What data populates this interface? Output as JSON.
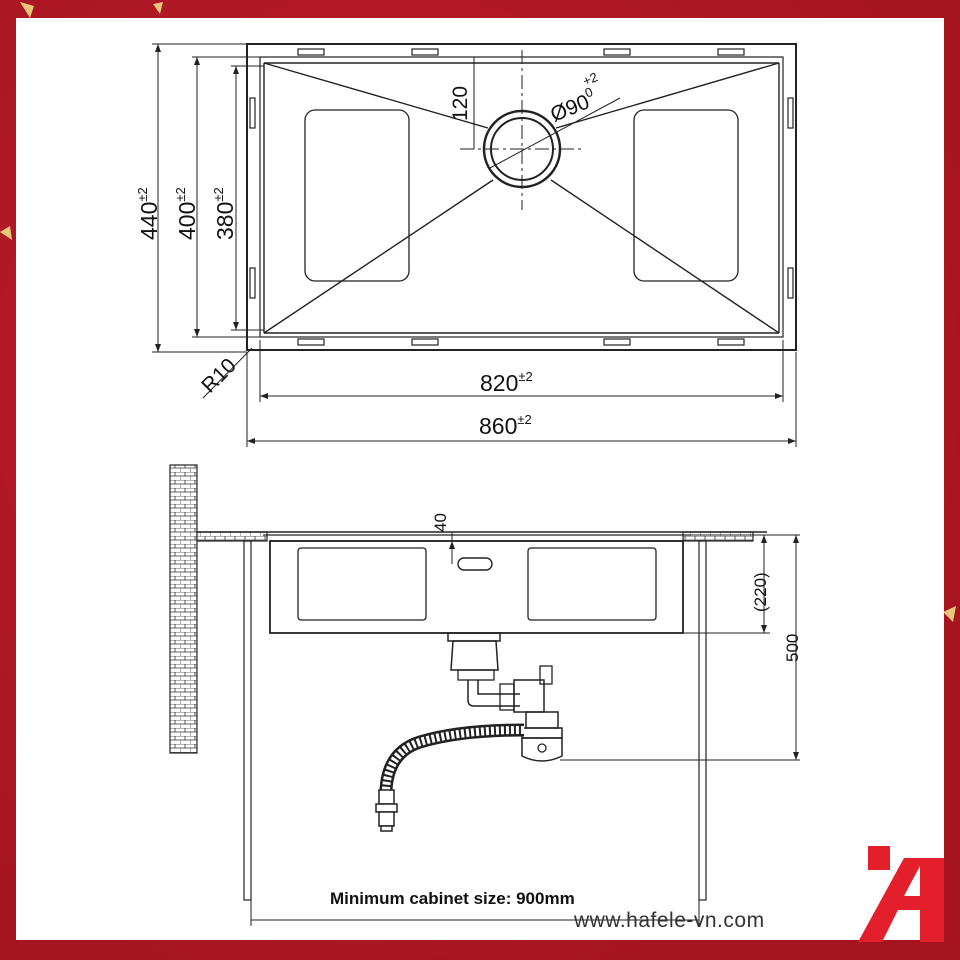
{
  "top_view": {
    "dims": {
      "d440": {
        "value": "440",
        "tol": "±2"
      },
      "d400": {
        "value": "400",
        "tol": "±2"
      },
      "d380": {
        "value": "380",
        "tol": "±2"
      },
      "d120": "120",
      "drain": {
        "value": "Ø90",
        "sup": "0",
        "tol": "+2"
      },
      "radius": "R10",
      "d820": {
        "value": "820",
        "tol": "±2"
      },
      "d860": {
        "value": "860",
        "tol": "±2"
      }
    }
  },
  "side_view": {
    "dims": {
      "d40": "40",
      "d220": "(220)",
      "d500": "500"
    },
    "caption": "Minimum cabinet size: 900mm"
  },
  "footer": {
    "url": "www.hafele-vn.com"
  },
  "colors": {
    "background": "#b8182a",
    "brand": "#e21f2a",
    "line": "#222222"
  }
}
